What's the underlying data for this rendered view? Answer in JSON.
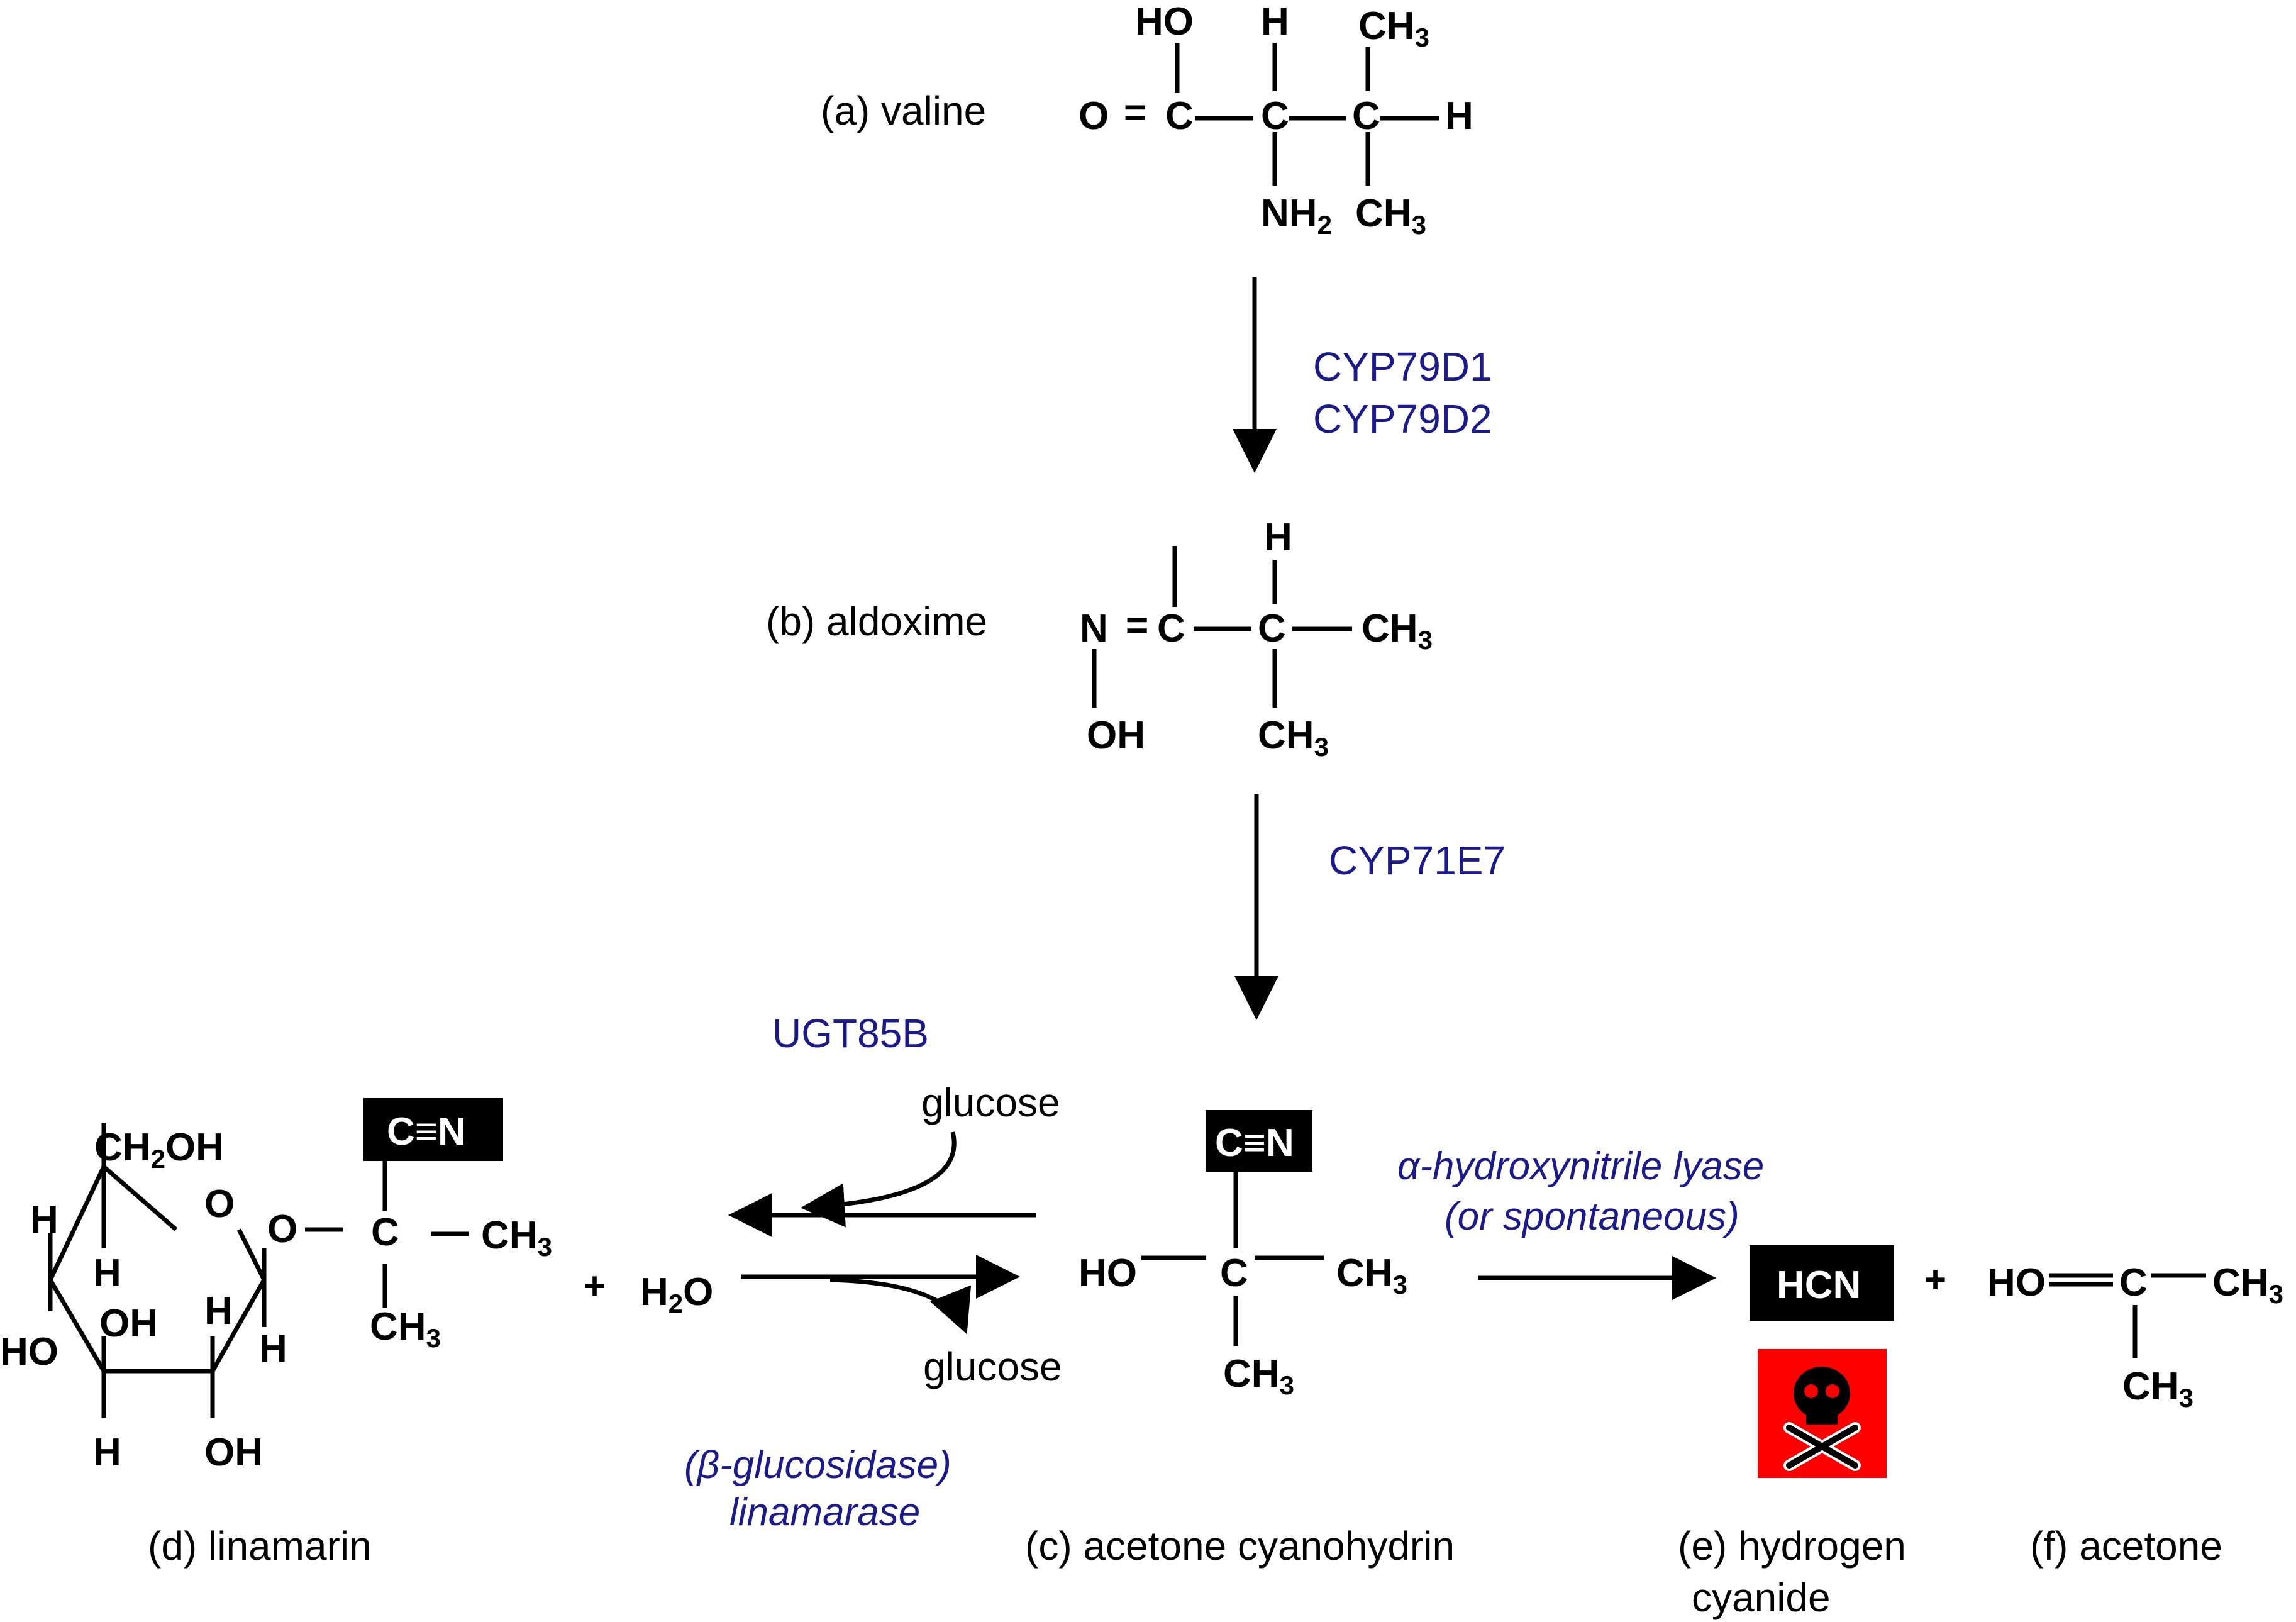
{
  "compounds": {
    "valine": "(a) valine",
    "aldoxime": "(b) aldoxime",
    "acetone_cyanohydrin": "(c) acetone cyanohydrin",
    "linamarin": "(d) linamarin",
    "hcn_line1": "(e) hydrogen",
    "hcn_line2": "cyanide",
    "acetone": "(f) acetone"
  },
  "enzymes": {
    "step1_line1": "CYP79D1",
    "step1_line2": "CYP79D2",
    "step2": "CYP71E7",
    "glucosylation": "UGT85B",
    "hydrolysis_line1": "(β-glucosidase)",
    "hydrolysis_line2": "linamarase",
    "lyase_line1": "α-hydroxynitrile lyase",
    "lyase_line2": "(or spontaneous)"
  },
  "cofactors": {
    "glucose_in": "glucose",
    "glucose_out": "glucose",
    "water": "H2O",
    "plus": "+"
  },
  "boxes": {
    "nitrile": "C≡N",
    "hcn": "HCN"
  },
  "colors": {
    "enzyme_text": "#1a1a8c",
    "box_fill": "#000000",
    "hazard_bg": "#ff0000"
  },
  "icons": {
    "hazard": "skull-crossbones-icon"
  }
}
